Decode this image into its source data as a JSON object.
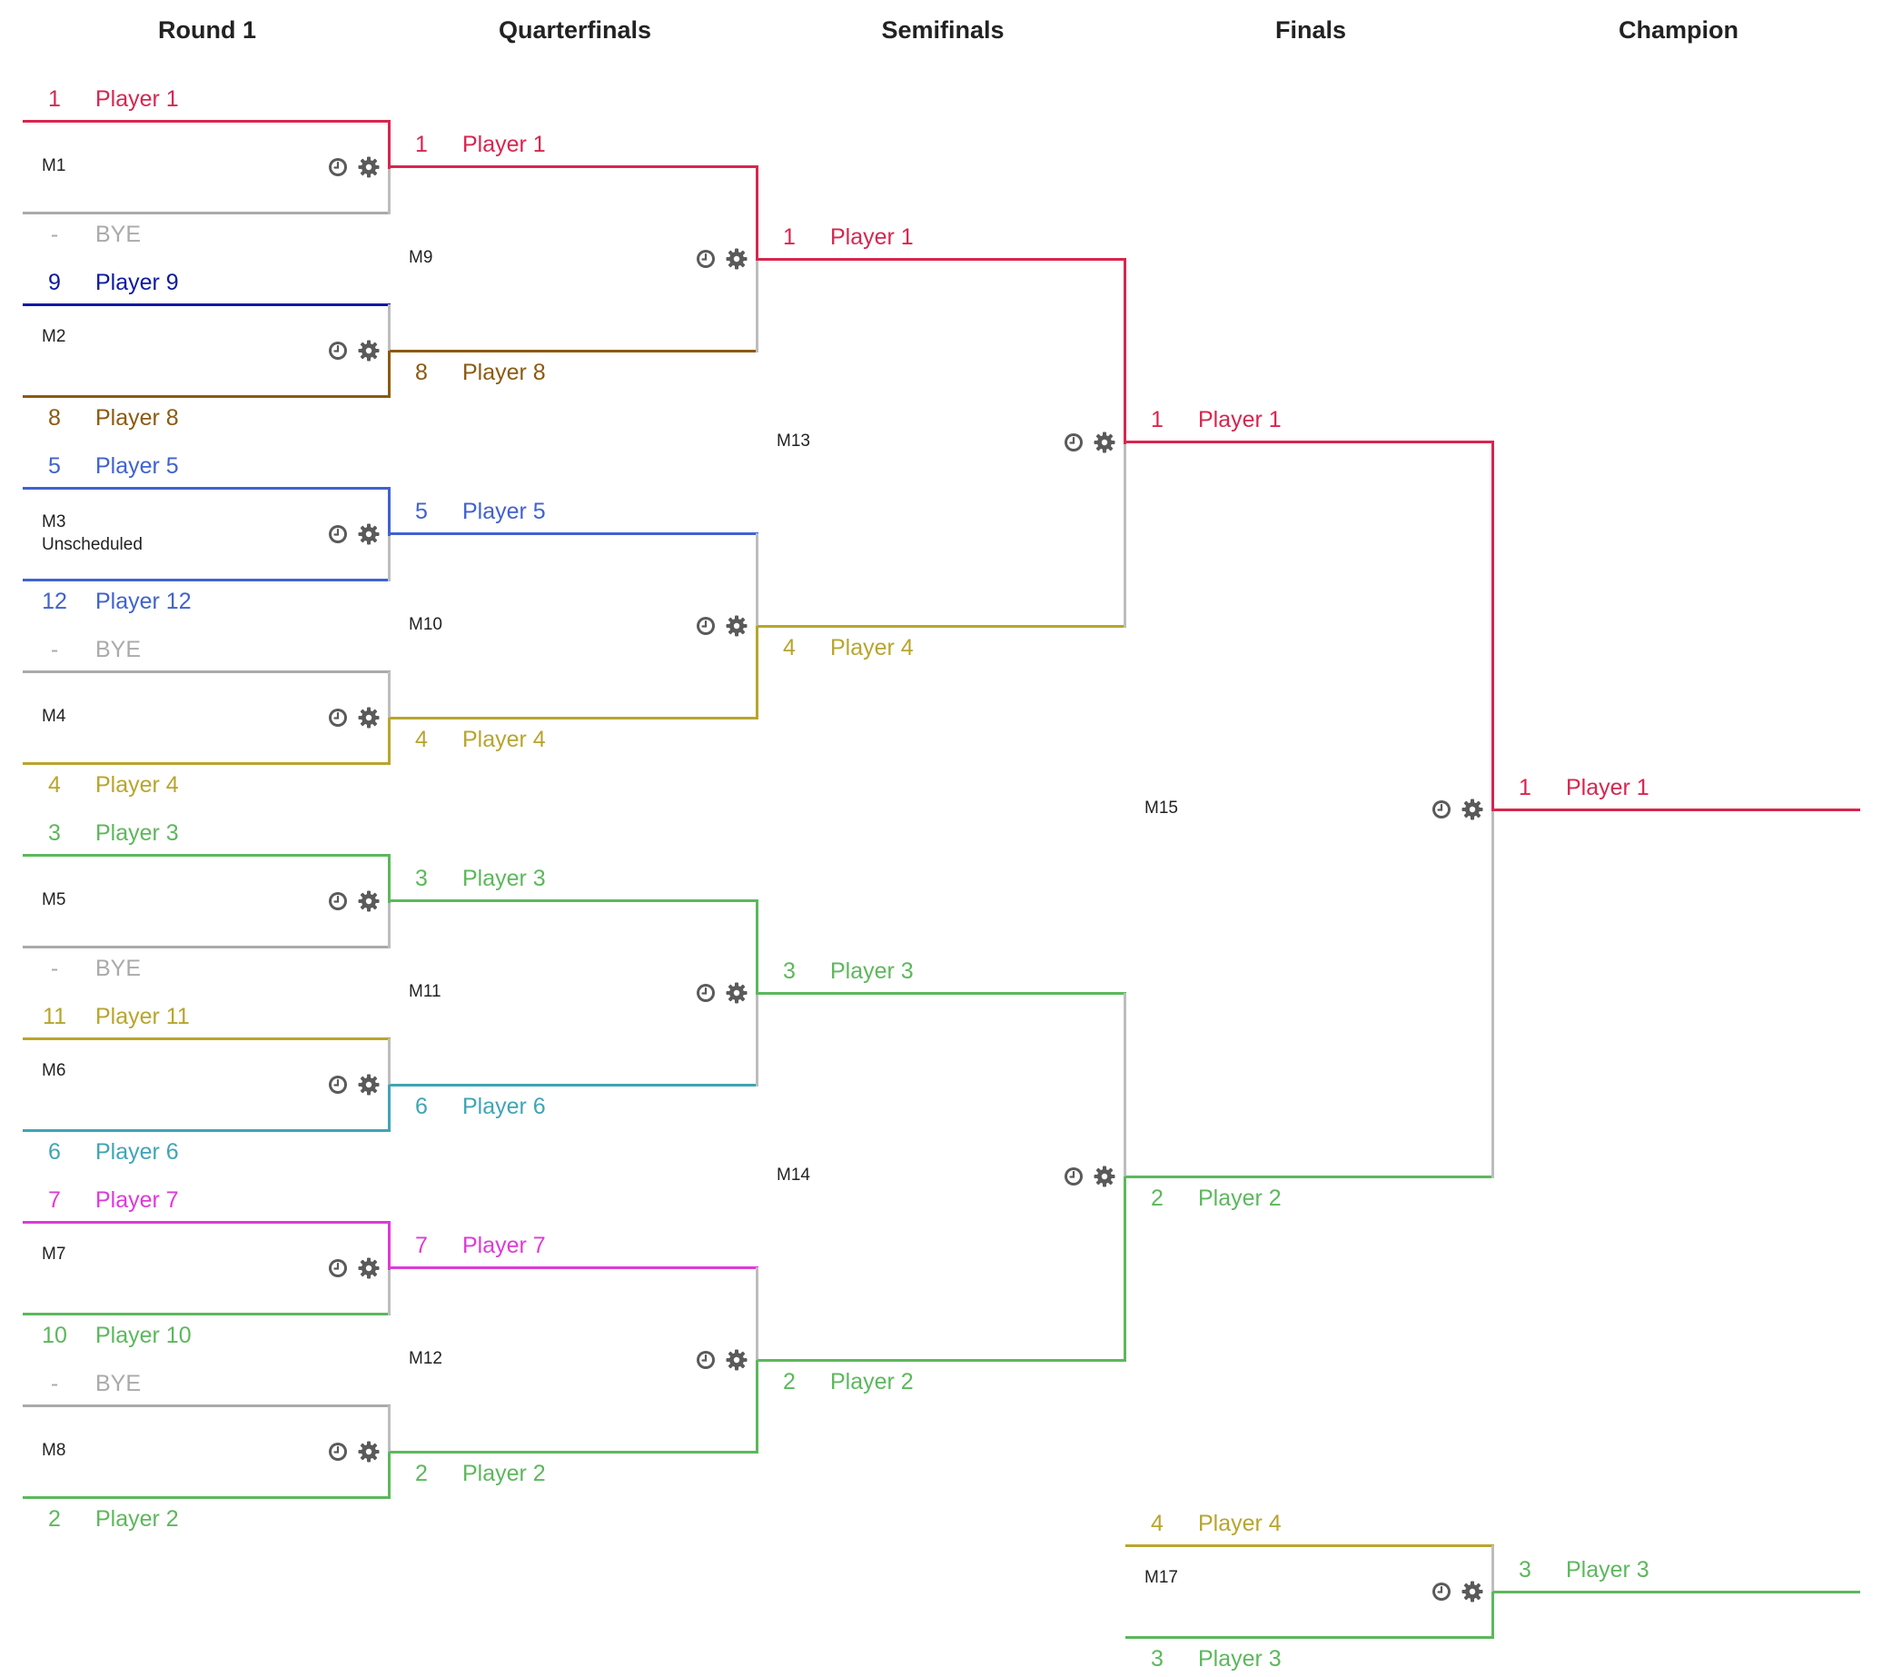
{
  "colors": {
    "grey": "#bdbdbd",
    "p1": "#d7264f",
    "p2": "#5cb85c",
    "p3": "#5cb85c",
    "p4": "#b8a52d",
    "p5": "#4062d1",
    "p6": "#3fa5b5",
    "p7": "#de3ad8",
    "p8": "#8c5a12",
    "p9": "#0c1aa3",
    "p10": "#5cb85c",
    "p11": "#b8a52d",
    "p12": "#4062d1",
    "bye": "#aaaaaa",
    "icon": "#5a5a5a"
  },
  "rounds": [
    "Round 1",
    "Quarterfinals",
    "Semifinals",
    "Finals",
    "Champion"
  ],
  "matches": {
    "M1": {
      "label": "M1",
      "top": {
        "seed": "1",
        "name": "Player 1",
        "color": "p1"
      },
      "bottom": {
        "seed": "-",
        "name": "BYE",
        "color": "bye"
      }
    },
    "M2": {
      "label": "M2",
      "top": {
        "seed": "9",
        "name": "Player 9",
        "color": "p9"
      },
      "bottom": {
        "seed": "8",
        "name": "Player 8",
        "color": "p8"
      }
    },
    "M3": {
      "label": "M3",
      "sub": "Unscheduled",
      "top": {
        "seed": "5",
        "name": "Player 5",
        "color": "p5"
      },
      "bottom": {
        "seed": "12",
        "name": "Player 12",
        "color": "p12"
      }
    },
    "M4": {
      "label": "M4",
      "top": {
        "seed": "-",
        "name": "BYE",
        "color": "bye"
      },
      "bottom": {
        "seed": "4",
        "name": "Player 4",
        "color": "p4"
      }
    },
    "M5": {
      "label": "M5",
      "top": {
        "seed": "3",
        "name": "Player 3",
        "color": "p3"
      },
      "bottom": {
        "seed": "-",
        "name": "BYE",
        "color": "bye"
      }
    },
    "M6": {
      "label": "M6",
      "top": {
        "seed": "11",
        "name": "Player 11",
        "color": "p11"
      },
      "bottom": {
        "seed": "6",
        "name": "Player 6",
        "color": "p6"
      }
    },
    "M7": {
      "label": "M7",
      "top": {
        "seed": "7",
        "name": "Player 7",
        "color": "p7"
      },
      "bottom": {
        "seed": "10",
        "name": "Player 10",
        "color": "p10"
      }
    },
    "M8": {
      "label": "M8",
      "top": {
        "seed": "-",
        "name": "BYE",
        "color": "bye"
      },
      "bottom": {
        "seed": "2",
        "name": "Player 2",
        "color": "p2"
      }
    },
    "M9": {
      "label": "M9",
      "top": {
        "seed": "1",
        "name": "Player 1",
        "color": "p1"
      },
      "bottom": {
        "seed": "8",
        "name": "Player 8",
        "color": "p8"
      }
    },
    "M10": {
      "label": "M10",
      "top": {
        "seed": "5",
        "name": "Player 5",
        "color": "p5"
      },
      "bottom": {
        "seed": "4",
        "name": "Player 4",
        "color": "p4"
      }
    },
    "M11": {
      "label": "M11",
      "top": {
        "seed": "3",
        "name": "Player 3",
        "color": "p3"
      },
      "bottom": {
        "seed": "6",
        "name": "Player 6",
        "color": "p6"
      }
    },
    "M12": {
      "label": "M12",
      "top": {
        "seed": "7",
        "name": "Player 7",
        "color": "p7"
      },
      "bottom": {
        "seed": "2",
        "name": "Player 2",
        "color": "p2"
      }
    },
    "M13": {
      "label": "M13",
      "top": {
        "seed": "1",
        "name": "Player 1",
        "color": "p1"
      },
      "bottom": {
        "seed": "4",
        "name": "Player 4",
        "color": "p4"
      }
    },
    "M14": {
      "label": "M14",
      "top": {
        "seed": "3",
        "name": "Player 3",
        "color": "p3"
      },
      "bottom": {
        "seed": "2",
        "name": "Player 2",
        "color": "p2"
      }
    },
    "M15": {
      "label": "M15",
      "top": {
        "seed": "1",
        "name": "Player 1",
        "color": "p1"
      },
      "bottom": {
        "seed": "2",
        "name": "Player 2",
        "color": "p2"
      }
    },
    "M17": {
      "label": "M17",
      "top": {
        "seed": "4",
        "name": "Player 4",
        "color": "p4"
      },
      "bottom": {
        "seed": "3",
        "name": "Player 3",
        "color": "p3"
      }
    }
  },
  "champions": {
    "main": {
      "seed": "1",
      "name": "Player 1",
      "color": "p1"
    },
    "third": {
      "seed": "3",
      "name": "Player 3",
      "color": "p3"
    }
  },
  "icons": [
    "clock-icon",
    "gear-icon"
  ]
}
